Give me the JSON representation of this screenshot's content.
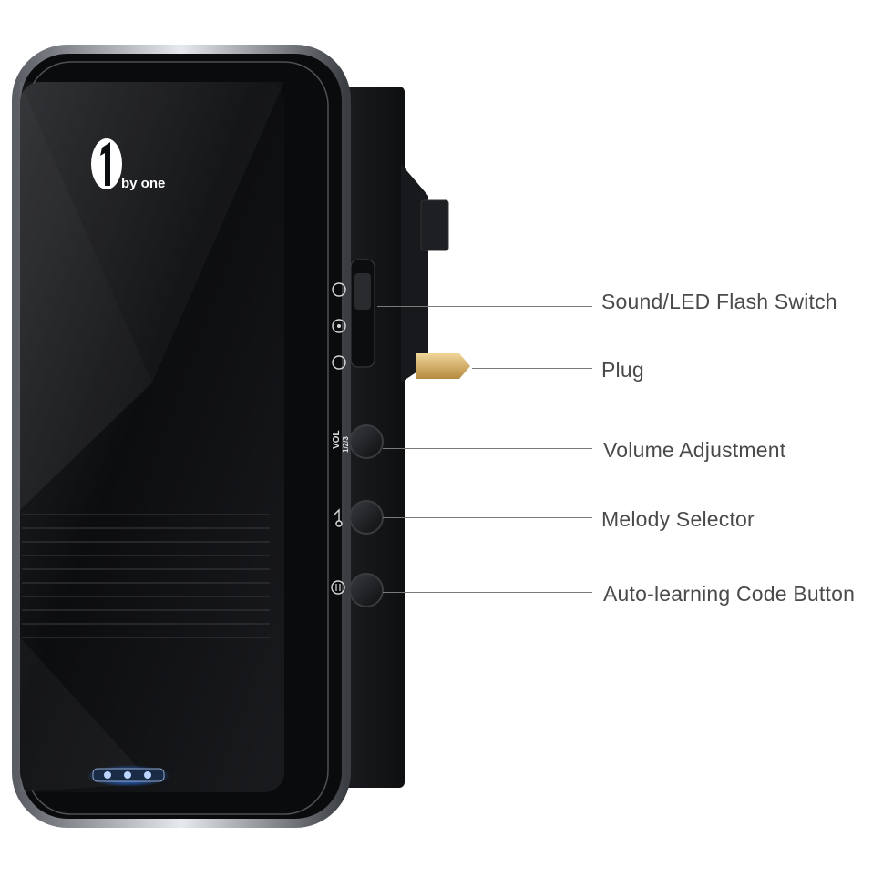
{
  "product": {
    "brand_logo_text": "by one",
    "side_labels": {
      "volume_top": "VOL",
      "volume_bottom": "1/2/3"
    }
  },
  "callouts": [
    {
      "id": "sound-led-flash-switch",
      "label": "Sound/LED Flash Switch"
    },
    {
      "id": "plug",
      "label": "Plug"
    },
    {
      "id": "volume-adjustment",
      "label": "Volume Adjustment"
    },
    {
      "id": "melody-selector",
      "label": "Melody Selector"
    },
    {
      "id": "auto-learning-code-button",
      "label": "Auto-learning Code Button"
    }
  ],
  "colors": {
    "body": "#111214",
    "bezel": "#c8ccd2",
    "led": "#2a7bff",
    "plug_pin": "#d9b46a",
    "callout_text": "#4a4a4a",
    "leader_line": "#7a7a7a"
  }
}
